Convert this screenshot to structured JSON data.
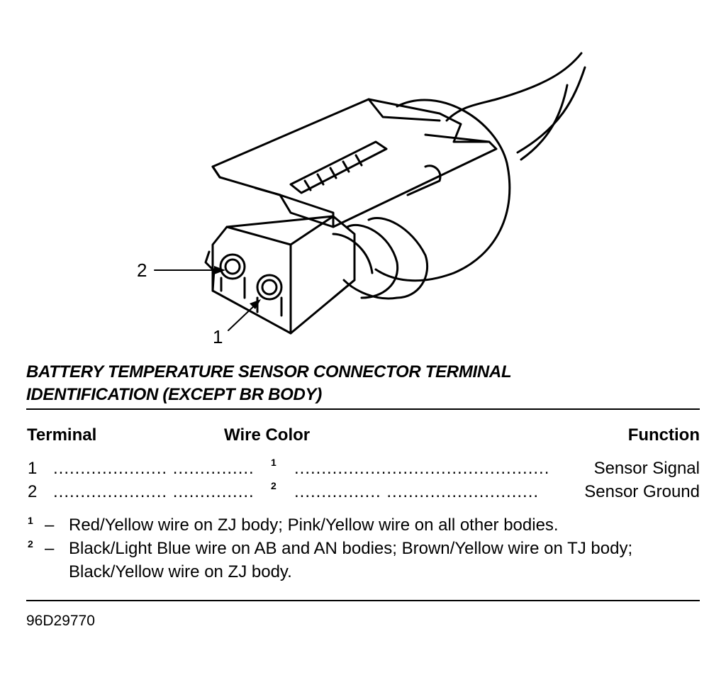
{
  "callouts": {
    "terminal_2": "2",
    "terminal_1": "1"
  },
  "title_line1": "BATTERY TEMPERATURE SENSOR CONNECTOR TERMINAL",
  "title_line2": "IDENTIFICATION (EXCEPT BR BODY)",
  "table": {
    "headers": {
      "terminal": "Terminal",
      "wire_color": "Wire Color",
      "function": "Function"
    },
    "rows": [
      {
        "terminal": "1",
        "dots1": "..................... ...............",
        "wire_ref": "1",
        "dots2": "...............................................",
        "function": "Sensor Signal"
      },
      {
        "terminal": "2",
        "dots1": "..................... ...............",
        "wire_ref": "2",
        "dots2": "................ ............................",
        "function": "Sensor Ground"
      }
    ]
  },
  "footnotes": [
    {
      "mark": "1",
      "dash": "–",
      "text": "Red/Yellow wire on ZJ body; Pink/Yellow wire on all other bodies."
    },
    {
      "mark": "2",
      "dash": "–",
      "text": "Black/Light Blue wire on AB and AN bodies; Brown/Yellow wire on TJ body; Black/Yellow wire on ZJ body."
    }
  ],
  "figure_id": "96D29770"
}
